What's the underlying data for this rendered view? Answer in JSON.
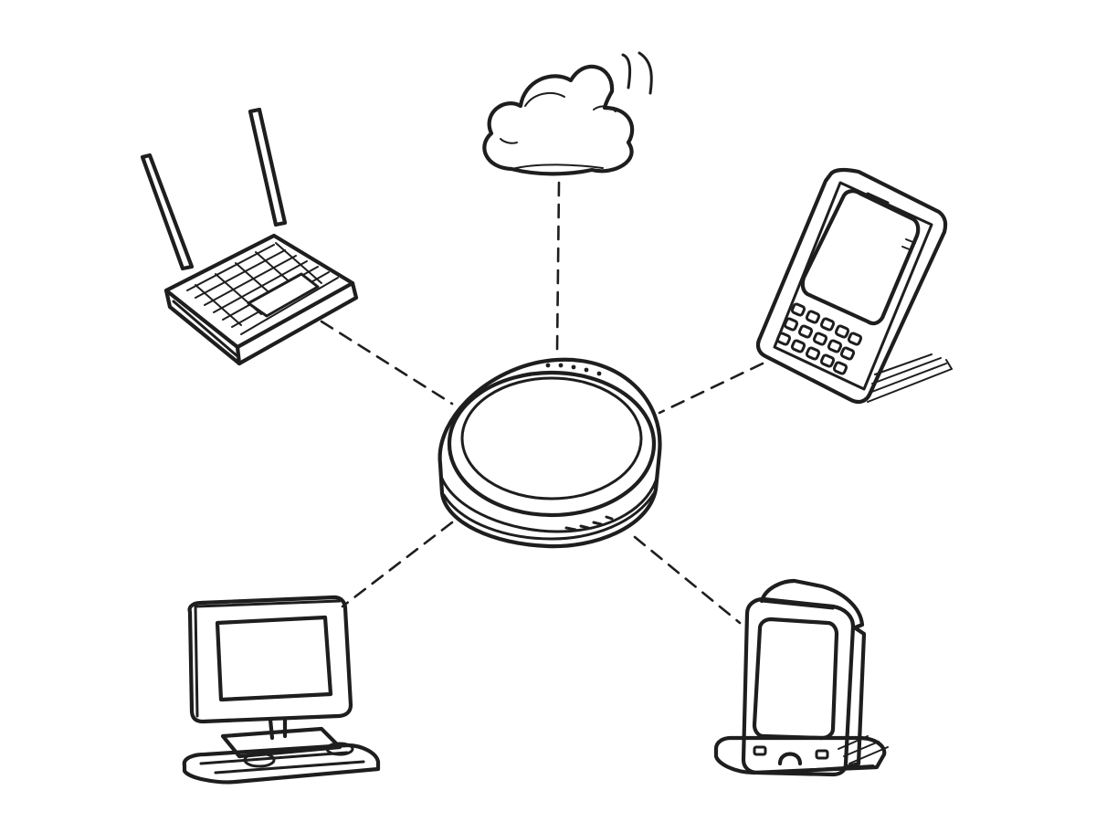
{
  "diagram": {
    "type": "star-network",
    "ink_color": "#1e1e1e",
    "background": "#ffffff",
    "hub": {
      "icon": "smart-hub-icon"
    },
    "nodes": [
      {
        "id": "cloud",
        "icon": "cloud-icon"
      },
      {
        "id": "router",
        "icon": "wifi-router-icon"
      },
      {
        "id": "tablet",
        "icon": "tablet-icon"
      },
      {
        "id": "desktop",
        "icon": "desktop-computer-icon"
      },
      {
        "id": "handheld",
        "icon": "handheld-device-icon"
      }
    ],
    "links": [
      {
        "from": "hub",
        "to": "cloud",
        "style": "dashed"
      },
      {
        "from": "hub",
        "to": "router",
        "style": "dashed"
      },
      {
        "from": "hub",
        "to": "tablet",
        "style": "dashed"
      },
      {
        "from": "hub",
        "to": "desktop",
        "style": "dashed"
      },
      {
        "from": "hub",
        "to": "handheld",
        "style": "dashed"
      }
    ]
  }
}
